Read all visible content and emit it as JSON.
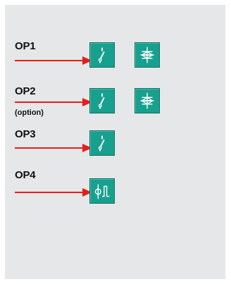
{
  "colors": {
    "panel_bg": "#e6e7e8",
    "arrow": "#e41e1e",
    "icon_fill": "#17a08e",
    "icon_stroke": "#ffffff"
  },
  "rows": [
    {
      "label": "OP1",
      "sublabel": "",
      "icons": [
        "switch-icon",
        "thyristor-icon"
      ]
    },
    {
      "label": "OP2",
      "sublabel": "(option)",
      "icons": [
        "switch-icon",
        "thyristor-icon"
      ]
    },
    {
      "label": "OP3",
      "sublabel": "",
      "icons": [
        "switch-icon"
      ]
    },
    {
      "label": "OP4",
      "sublabel": "",
      "icons": [
        "pulse-output-icon"
      ]
    }
  ]
}
